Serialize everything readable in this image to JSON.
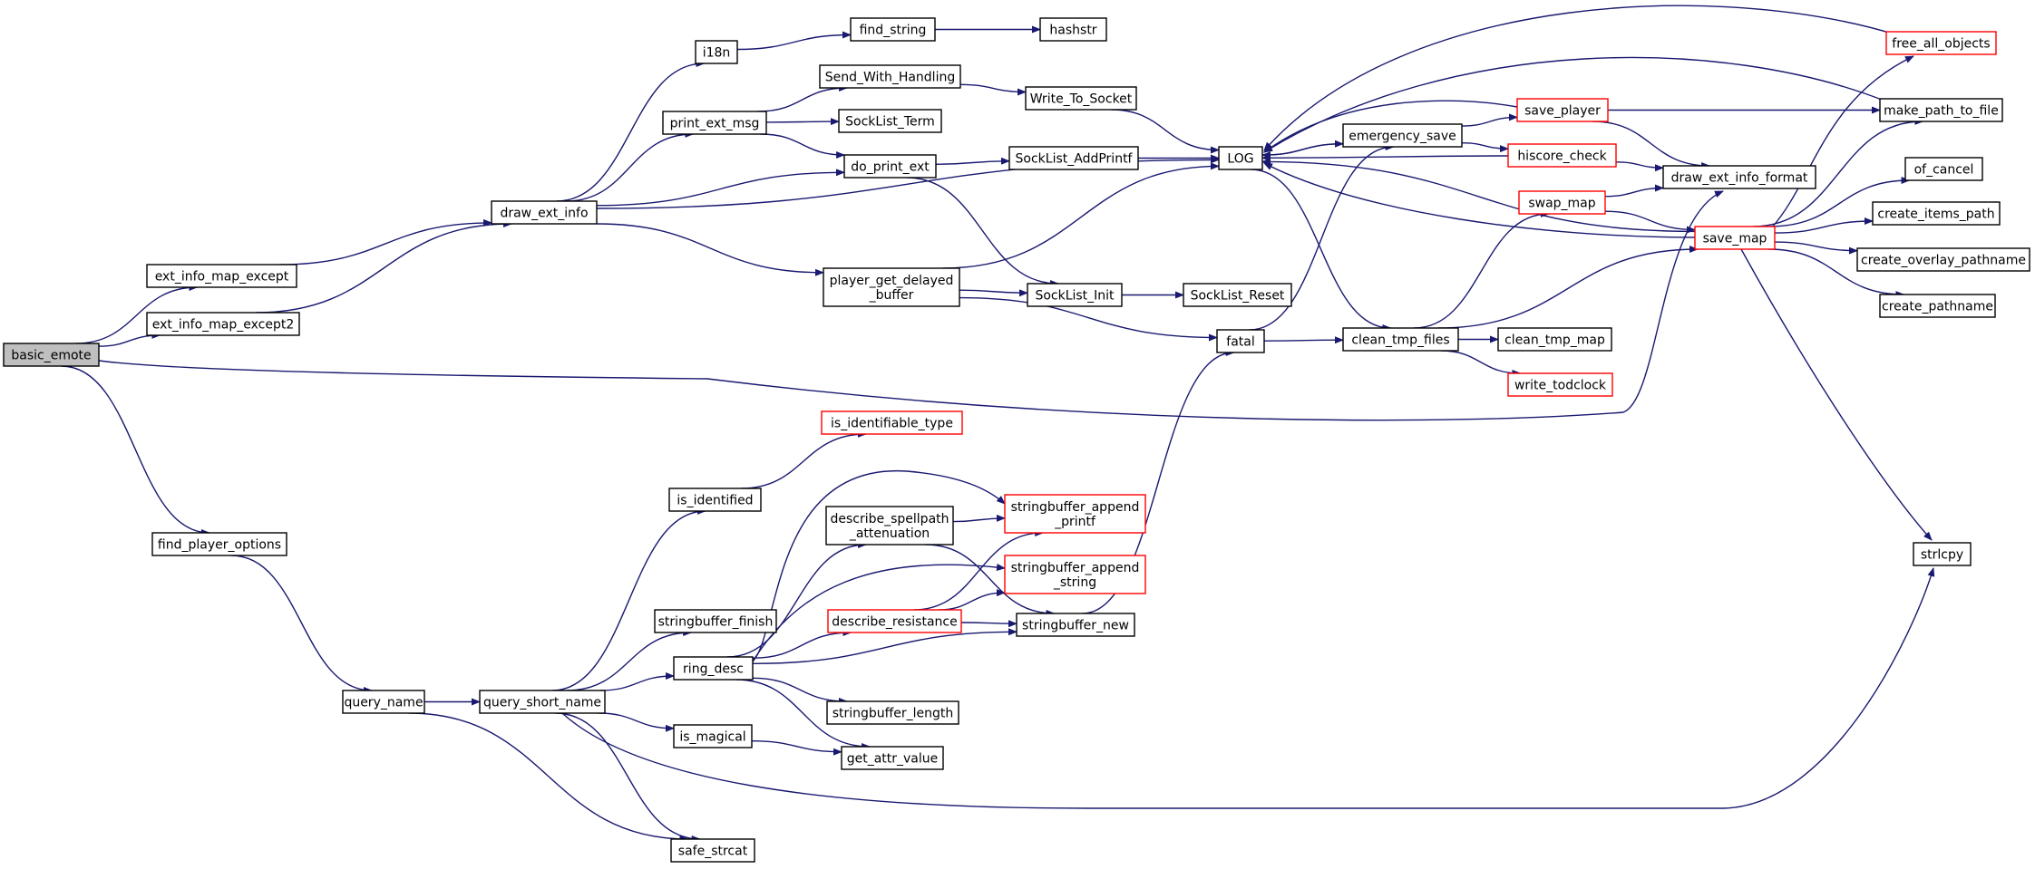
{
  "colors": {
    "edge": "#191970",
    "node_border": "#000000",
    "node_border_truncated": "#ff0000",
    "node_fill": "#ffffff",
    "focus_fill": "#bfbfbf"
  },
  "nodes": [
    {
      "id": "basic_emote",
      "label": "basic_emote",
      "style": "focus"
    },
    {
      "id": "ext_info_map_except",
      "label": "ext_info_map_except",
      "style": "normal"
    },
    {
      "id": "ext_info_map_except2",
      "label": "ext_info_map_except2",
      "style": "normal"
    },
    {
      "id": "draw_ext_info",
      "label": "draw_ext_info",
      "style": "normal"
    },
    {
      "id": "i18n",
      "label": "i18n",
      "style": "normal"
    },
    {
      "id": "find_string",
      "label": "find_string",
      "style": "normal"
    },
    {
      "id": "hashstr",
      "label": "hashstr",
      "style": "normal"
    },
    {
      "id": "print_ext_msg",
      "label": "print_ext_msg",
      "style": "normal"
    },
    {
      "id": "Send_With_Handling",
      "label": "Send_With_Handling",
      "style": "normal"
    },
    {
      "id": "Write_To_Socket",
      "label": "Write_To_Socket",
      "style": "normal"
    },
    {
      "id": "SockList_Term",
      "label": "SockList_Term",
      "style": "normal"
    },
    {
      "id": "do_print_ext",
      "label": "do_print_ext",
      "style": "normal"
    },
    {
      "id": "SockList_AddPrintf",
      "label": "SockList_AddPrintf",
      "style": "normal"
    },
    {
      "id": "LOG",
      "label": "LOG",
      "style": "normal"
    },
    {
      "id": "player_get_delayed_buffer",
      "label": [
        "player_get_delayed",
        "_buffer"
      ],
      "style": "normal"
    },
    {
      "id": "SockList_Init",
      "label": "SockList_Init",
      "style": "normal"
    },
    {
      "id": "SockList_Reset",
      "label": "SockList_Reset",
      "style": "normal"
    },
    {
      "id": "fatal",
      "label": "fatal",
      "style": "normal"
    },
    {
      "id": "emergency_save",
      "label": "emergency_save",
      "style": "normal"
    },
    {
      "id": "save_player",
      "label": "save_player",
      "style": "truncated"
    },
    {
      "id": "hiscore_check",
      "label": "hiscore_check",
      "style": "truncated"
    },
    {
      "id": "swap_map",
      "label": "swap_map",
      "style": "truncated"
    },
    {
      "id": "draw_ext_info_format",
      "label": "draw_ext_info_format",
      "style": "normal"
    },
    {
      "id": "free_all_objects",
      "label": "free_all_objects",
      "style": "truncated"
    },
    {
      "id": "make_path_to_file",
      "label": "make_path_to_file",
      "style": "normal"
    },
    {
      "id": "of_cancel",
      "label": "of_cancel",
      "style": "normal"
    },
    {
      "id": "save_map",
      "label": "save_map",
      "style": "truncated"
    },
    {
      "id": "create_items_path",
      "label": "create_items_path",
      "style": "normal"
    },
    {
      "id": "create_overlay_pathname",
      "label": "create_overlay_pathname",
      "style": "normal"
    },
    {
      "id": "create_pathname",
      "label": "create_pathname",
      "style": "normal"
    },
    {
      "id": "clean_tmp_files",
      "label": "clean_tmp_files",
      "style": "normal"
    },
    {
      "id": "clean_tmp_map",
      "label": "clean_tmp_map",
      "style": "normal"
    },
    {
      "id": "write_todclock",
      "label": "write_todclock",
      "style": "truncated"
    },
    {
      "id": "find_player_options",
      "label": "find_player_options",
      "style": "normal"
    },
    {
      "id": "query_name",
      "label": "query_name",
      "style": "normal"
    },
    {
      "id": "query_short_name",
      "label": "query_short_name",
      "style": "normal"
    },
    {
      "id": "is_identifiable_type",
      "label": "is_identifiable_type",
      "style": "truncated"
    },
    {
      "id": "is_identified",
      "label": "is_identified",
      "style": "normal"
    },
    {
      "id": "describe_spellpath_attenuation",
      "label": [
        "describe_spellpath",
        "_attenuation"
      ],
      "style": "normal"
    },
    {
      "id": "stringbuffer_append_printf",
      "label": [
        "stringbuffer_append",
        "_printf"
      ],
      "style": "truncated"
    },
    {
      "id": "stringbuffer_append_string",
      "label": [
        "stringbuffer_append",
        "_string"
      ],
      "style": "truncated"
    },
    {
      "id": "stringbuffer_finish",
      "label": "stringbuffer_finish",
      "style": "normal"
    },
    {
      "id": "describe_resistance",
      "label": "describe_resistance",
      "style": "truncated"
    },
    {
      "id": "stringbuffer_new",
      "label": "stringbuffer_new",
      "style": "normal"
    },
    {
      "id": "ring_desc",
      "label": "ring_desc",
      "style": "normal"
    },
    {
      "id": "stringbuffer_length",
      "label": "stringbuffer_length",
      "style": "normal"
    },
    {
      "id": "is_magical",
      "label": "is_magical",
      "style": "normal"
    },
    {
      "id": "get_attr_value",
      "label": "get_attr_value",
      "style": "normal"
    },
    {
      "id": "safe_strcat",
      "label": "safe_strcat",
      "style": "normal"
    },
    {
      "id": "strlcpy",
      "label": "strlcpy",
      "style": "normal"
    }
  ],
  "edges": [
    [
      "basic_emote",
      "ext_info_map_except"
    ],
    [
      "basic_emote",
      "ext_info_map_except2"
    ],
    [
      "basic_emote",
      "draw_ext_info_format"
    ],
    [
      "basic_emote",
      "find_player_options"
    ],
    [
      "ext_info_map_except",
      "draw_ext_info"
    ],
    [
      "ext_info_map_except2",
      "draw_ext_info"
    ],
    [
      "draw_ext_info",
      "i18n"
    ],
    [
      "draw_ext_info",
      "print_ext_msg"
    ],
    [
      "draw_ext_info",
      "do_print_ext"
    ],
    [
      "draw_ext_info",
      "LOG"
    ],
    [
      "draw_ext_info",
      "player_get_delayed_buffer"
    ],
    [
      "i18n",
      "find_string"
    ],
    [
      "find_string",
      "hashstr"
    ],
    [
      "print_ext_msg",
      "Send_With_Handling"
    ],
    [
      "print_ext_msg",
      "SockList_Term"
    ],
    [
      "print_ext_msg",
      "do_print_ext"
    ],
    [
      "Send_With_Handling",
      "Write_To_Socket"
    ],
    [
      "Write_To_Socket",
      "LOG"
    ],
    [
      "do_print_ext",
      "SockList_AddPrintf"
    ],
    [
      "do_print_ext",
      "SockList_Init"
    ],
    [
      "SockList_AddPrintf",
      "LOG"
    ],
    [
      "player_get_delayed_buffer",
      "LOG"
    ],
    [
      "player_get_delayed_buffer",
      "SockList_Init"
    ],
    [
      "player_get_delayed_buffer",
      "fatal"
    ],
    [
      "SockList_Init",
      "SockList_Reset"
    ],
    [
      "LOG",
      "emergency_save"
    ],
    [
      "LOG",
      "clean_tmp_files"
    ],
    [
      "emergency_save",
      "LOG"
    ],
    [
      "emergency_save",
      "save_player"
    ],
    [
      "emergency_save",
      "hiscore_check"
    ],
    [
      "save_player",
      "LOG"
    ],
    [
      "save_player",
      "make_path_to_file"
    ],
    [
      "save_player",
      "draw_ext_info_format"
    ],
    [
      "hiscore_check",
      "LOG"
    ],
    [
      "hiscore_check",
      "draw_ext_info_format"
    ],
    [
      "swap_map",
      "LOG"
    ],
    [
      "swap_map",
      "draw_ext_info_format"
    ],
    [
      "swap_map",
      "save_map"
    ],
    [
      "free_all_objects",
      "LOG"
    ],
    [
      "make_path_to_file",
      "LOG"
    ],
    [
      "save_map",
      "LOG"
    ],
    [
      "save_map",
      "free_all_objects"
    ],
    [
      "save_map",
      "make_path_to_file"
    ],
    [
      "save_map",
      "of_cancel"
    ],
    [
      "save_map",
      "create_items_path"
    ],
    [
      "save_map",
      "create_overlay_pathname"
    ],
    [
      "save_map",
      "create_pathname"
    ],
    [
      "save_map",
      "strlcpy"
    ],
    [
      "fatal",
      "emergency_save"
    ],
    [
      "fatal",
      "clean_tmp_files"
    ],
    [
      "clean_tmp_files",
      "swap_map"
    ],
    [
      "clean_tmp_files",
      "save_map"
    ],
    [
      "clean_tmp_files",
      "clean_tmp_map"
    ],
    [
      "clean_tmp_files",
      "write_todclock"
    ],
    [
      "find_player_options",
      "query_name"
    ],
    [
      "query_name",
      "query_short_name"
    ],
    [
      "query_name",
      "safe_strcat"
    ],
    [
      "query_short_name",
      "is_identified"
    ],
    [
      "query_short_name",
      "stringbuffer_finish"
    ],
    [
      "query_short_name",
      "ring_desc"
    ],
    [
      "query_short_name",
      "is_magical"
    ],
    [
      "query_short_name",
      "safe_strcat"
    ],
    [
      "query_short_name",
      "strlcpy"
    ],
    [
      "is_identified",
      "is_identifiable_type"
    ],
    [
      "ring_desc",
      "describe_spellpath_attenuation"
    ],
    [
      "ring_desc",
      "stringbuffer_append_printf"
    ],
    [
      "ring_desc",
      "stringbuffer_append_string"
    ],
    [
      "ring_desc",
      "describe_resistance"
    ],
    [
      "ring_desc",
      "stringbuffer_new"
    ],
    [
      "ring_desc",
      "stringbuffer_length"
    ],
    [
      "ring_desc",
      "get_attr_value"
    ],
    [
      "describe_spellpath_attenuation",
      "stringbuffer_append_printf"
    ],
    [
      "describe_spellpath_attenuation",
      "stringbuffer_new"
    ],
    [
      "describe_resistance",
      "stringbuffer_append_printf"
    ],
    [
      "describe_resistance",
      "stringbuffer_append_string"
    ],
    [
      "describe_resistance",
      "stringbuffer_new"
    ],
    [
      "stringbuffer_new",
      "fatal"
    ],
    [
      "is_magical",
      "get_attr_value"
    ]
  ]
}
